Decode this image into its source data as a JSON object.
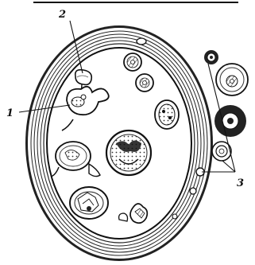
{
  "figure": {
    "labels": [
      {
        "id": "label-1",
        "text": "1"
      },
      {
        "id": "label-2",
        "text": "2"
      },
      {
        "id": "label-3",
        "text": "3"
      }
    ]
  }
}
